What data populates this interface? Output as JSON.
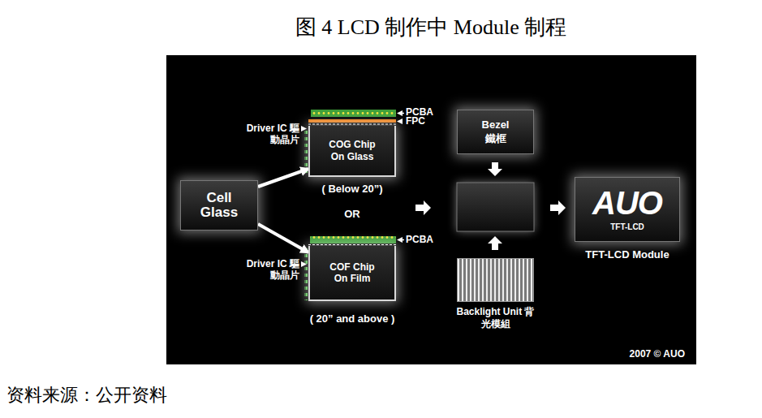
{
  "diagram": {
    "title": "图 4 LCD 制作中 Module 制程",
    "caption": "资料来源：公开资料",
    "nodes": [
      {
        "text": [
          "2007 © AUO"
        ]
      },
      {
        "text": [
          "Cell Glass"
        ],
        "in": 0
      },
      {
        "text": [
          "COG Chip On Glass"
        ],
        "in": 0
      },
      {
        "text": [
          "COF Chip On Film"
        ],
        "in": 0
      },
      {
        "text": [
          "Bezel 鐵框"
        ],
        "in": 0
      },
      {
        "text": [
          "Backlight Unit 背光模組"
        ],
        "in": 0
      },
      {
        "text": [
          "AUO",
          "TFT-LCD",
          "TFT-LCD Module"
        ],
        "in": 0
      }
    ],
    "edges": [
      {
        "from": 1,
        "to": 2,
        "arrow": "to"
      },
      {
        "from": 1,
        "to": 3,
        "arrow": "to"
      }
    ],
    "labels": [
      "Driver IC 驅動晶片",
      "PCBA",
      "FPC",
      "( Below 20”)",
      "OR",
      "PCBA",
      "Driver IC 驅動晶片",
      "( 20” and above )"
    ]
  }
}
